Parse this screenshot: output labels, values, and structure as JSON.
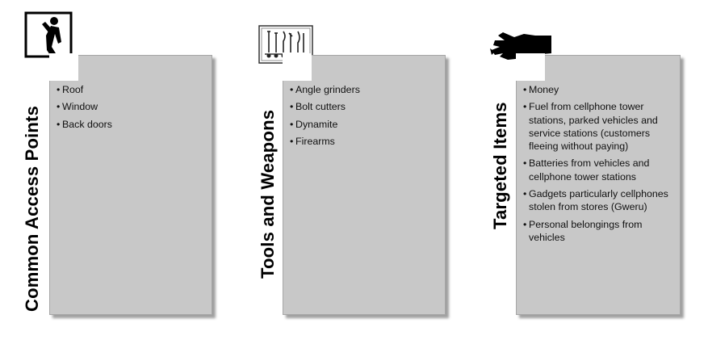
{
  "columns": [
    {
      "heading": "Common Access Points",
      "icon": "window-climber-icon",
      "items": [
        "Roof",
        "Window",
        "Back doors"
      ]
    },
    {
      "heading": "Tools and Weapons",
      "icon": "tools-icon",
      "items": [
        "Angle grinders",
        "Bolt cutters",
        "Dynamite",
        "Firearms"
      ]
    },
    {
      "heading": "Targeted Items",
      "icon": "grabbing-hand-icon",
      "items": [
        "Money",
        "Fuel from cellphone tower stations, parked vehicles and service stations (customers fleeing without paying)",
        "Batteries from vehicles and cellphone tower stations",
        "Gadgets particularly cellphones stolen from stores (Gweru)",
        "Personal belongings from vehicles"
      ]
    }
  ],
  "colors": {
    "panel_fill": "#c8c8c8",
    "panel_border": "#a6a6a6",
    "text": "#000000"
  }
}
